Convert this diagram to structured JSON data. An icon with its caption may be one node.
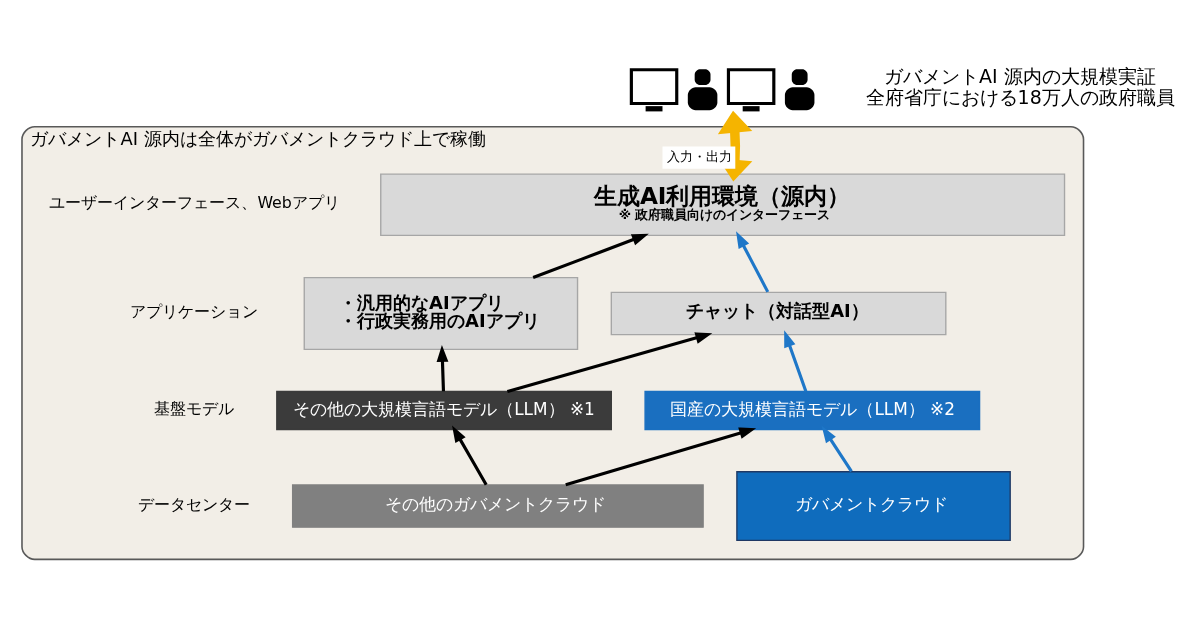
{
  "diagram": {
    "nodes": [
      {
        "text": [],
        "shape": "picture",
        "beside": [
          "ガバメントAI 源内の大規模実証",
          "全府省庁における18万人の政府職員"
        ]
      },
      {
        "text": [
          "ガバメントAI 源内は全体がガバメントクラウド上で稼働"
        ]
      },
      {
        "text": [
          "生成AI利用環境（源内）",
          "※ 政府職員向けのインターフェース"
        ],
        "in": 1
      },
      {
        "text": [
          "・汎用的なAIアプリ",
          "・行政実務用のAIアプリ"
        ],
        "in": 1
      },
      {
        "text": [
          "チャット（対話型AI）"
        ],
        "in": 1
      },
      {
        "text": [
          "その他の大規模言語モデル（LLM） ※1"
        ],
        "in": 1
      },
      {
        "text": [
          "国産の大規模言語モデル（LLM） ※2"
        ],
        "in": 1
      },
      {
        "text": [
          "その他のガバメントクラウド"
        ],
        "in": 1
      },
      {
        "text": [
          "ガバメントクラウド"
        ],
        "in": 1
      }
    ],
    "edges": [
      {
        "from": 0,
        "to": 2,
        "arrow": "both",
        "label": "入力・出力",
        "style": "thick",
        "color": "#f5b400"
      },
      {
        "from": 3,
        "to": 2,
        "arrow": "to"
      },
      {
        "from": 4,
        "to": 2,
        "arrow": "to",
        "color": "#1f77c8"
      },
      {
        "from": 5,
        "to": 3,
        "arrow": "to"
      },
      {
        "from": 5,
        "to": 4,
        "arrow": "to"
      },
      {
        "from": 6,
        "to": 4,
        "arrow": "to",
        "color": "#1f77c8"
      },
      {
        "from": 7,
        "to": 5,
        "arrow": "to"
      },
      {
        "from": 7,
        "to": 6,
        "arrow": "to"
      },
      {
        "from": 8,
        "to": 6,
        "arrow": "to",
        "color": "#1f77c8"
      }
    ],
    "labels": [
      "ユーザーインターフェース、Webアプリ",
      "アプリケーション",
      "基盤モデル",
      "データセンター"
    ]
  }
}
